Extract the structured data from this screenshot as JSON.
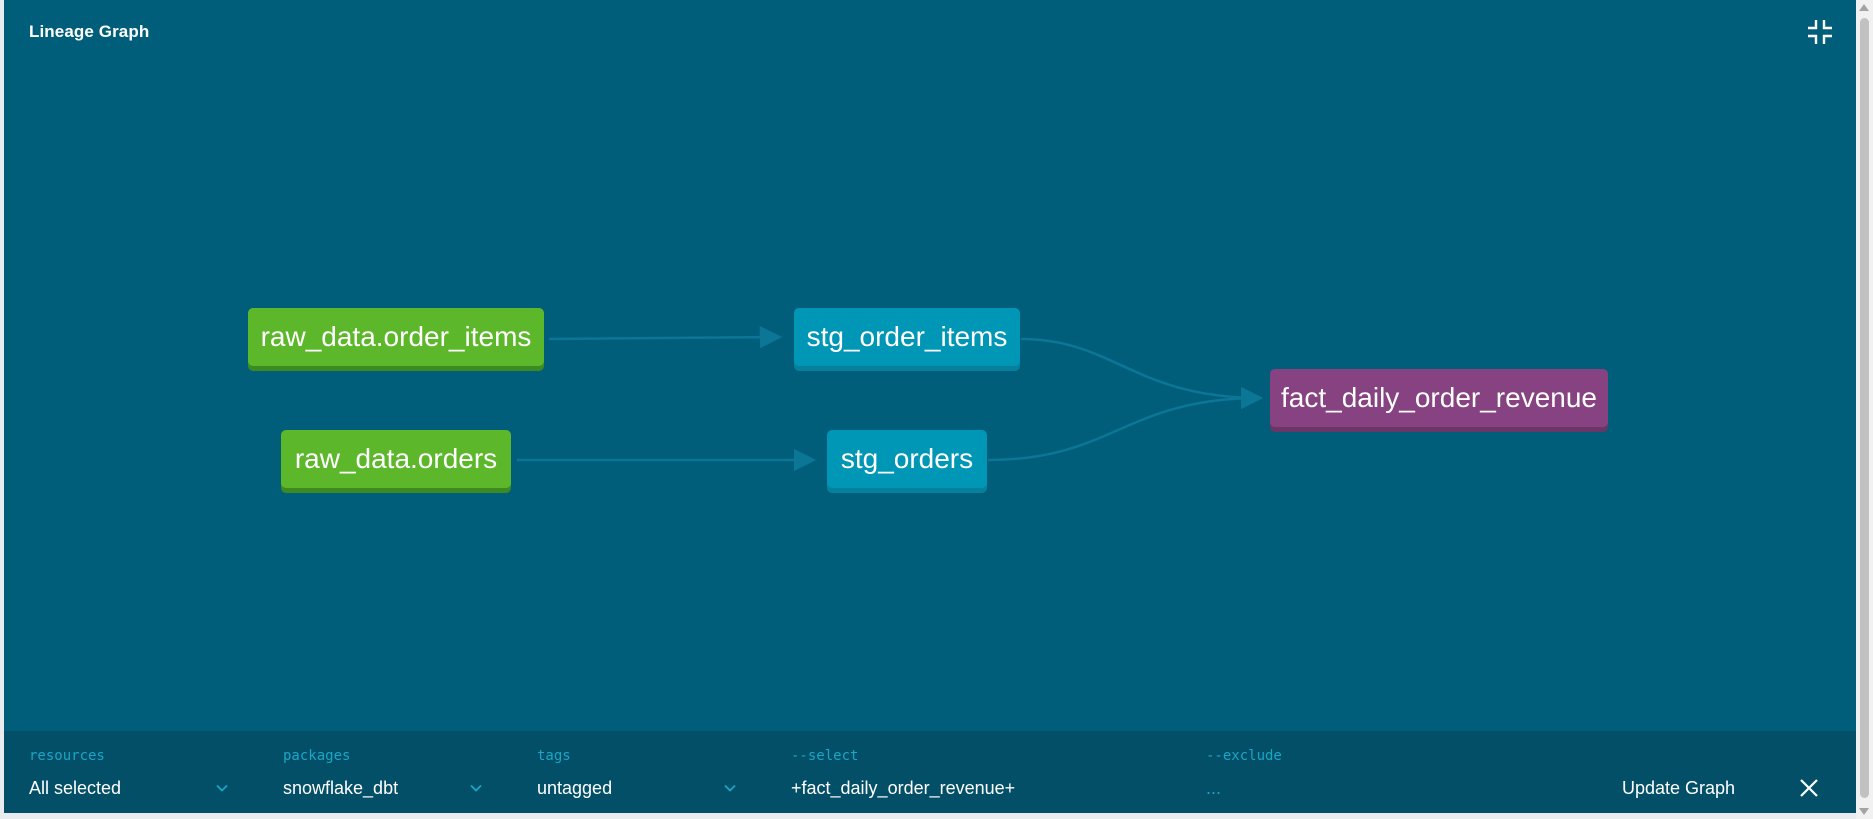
{
  "panel": {
    "title": "Lineage Graph",
    "background": "#005e7b"
  },
  "icons": {
    "collapse": "collapse-icon",
    "chevron": "chevron-down-icon",
    "close": "close-icon"
  },
  "graph": {
    "nodes": [
      {
        "id": "raw_order_items",
        "label": "raw_data.order_items",
        "kind": "source"
      },
      {
        "id": "raw_orders",
        "label": "raw_data.orders",
        "kind": "source"
      },
      {
        "id": "stg_order_items",
        "label": "stg_order_items",
        "kind": "model"
      },
      {
        "id": "stg_orders",
        "label": "stg_orders",
        "kind": "model"
      },
      {
        "id": "fact",
        "label": "fact_daily_order_revenue",
        "kind": "model"
      }
    ],
    "edges": [
      {
        "from": "raw_order_items",
        "to": "stg_order_items"
      },
      {
        "from": "raw_orders",
        "to": "stg_orders"
      },
      {
        "from": "stg_order_items",
        "to": "fact"
      },
      {
        "from": "stg_orders",
        "to": "fact"
      }
    ],
    "colors": {
      "source": "#5cb82a",
      "model": "#0096b6",
      "fact": "#874381",
      "edge": "#0b7696"
    }
  },
  "filters": {
    "resources": {
      "label": "resources",
      "value": "All selected"
    },
    "packages": {
      "label": "packages",
      "value": "snowflake_dbt"
    },
    "tags": {
      "label": "tags",
      "value": "untagged"
    },
    "select": {
      "label": "--select",
      "value": "+fact_daily_order_revenue+"
    },
    "exclude": {
      "label": "--exclude",
      "value": "..."
    }
  },
  "actions": {
    "update_label": "Update Graph"
  }
}
